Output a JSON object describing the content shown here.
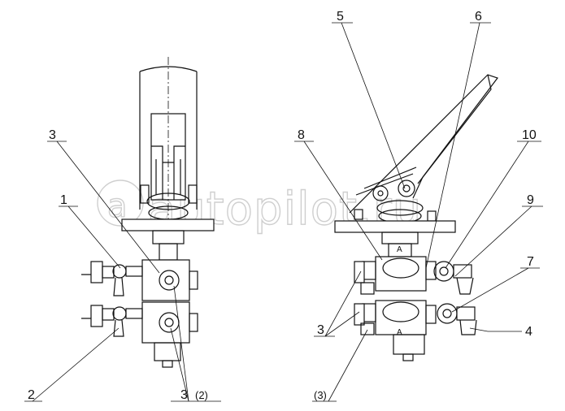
{
  "watermark": "autopilot.ru",
  "watermark_mark": "a",
  "callouts": {
    "c1": "1",
    "c2": "2",
    "c3_top": "3",
    "c3_bottom": "3",
    "c3_bottom_paren": "(2)",
    "c3_right": "3",
    "c3_paren_right": "(3)",
    "c4": "4",
    "c5": "5",
    "c6": "6",
    "c7": "7",
    "c8": "8",
    "c9": "9",
    "c10": "10"
  },
  "port_marks": {
    "upper": "A",
    "lower": "A"
  }
}
